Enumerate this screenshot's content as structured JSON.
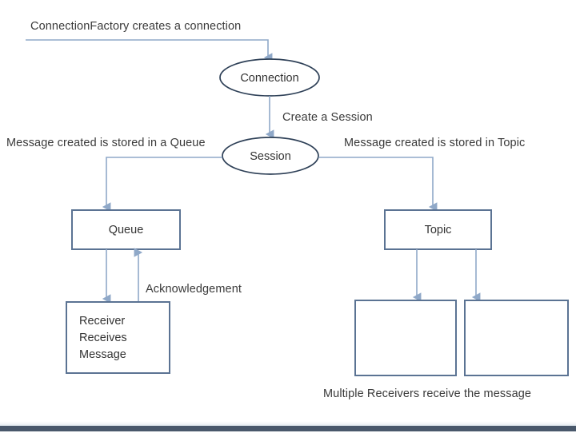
{
  "diagram": {
    "title": "JMS messaging flow diagram",
    "colors": {
      "ellipse_stroke": "#2E4057",
      "box_stroke": "#5B7393",
      "arrow": "#8FA8C8",
      "text": "#3a3a3a",
      "bottom_bar": "#49586b",
      "background": "#ffffff"
    },
    "nodes": [
      {
        "id": "connection",
        "shape": "ellipse",
        "label": "Connection"
      },
      {
        "id": "session",
        "shape": "ellipse",
        "label": "Session"
      },
      {
        "id": "queue",
        "shape": "rect",
        "label": "Queue"
      },
      {
        "id": "topic",
        "shape": "rect",
        "label": "Topic"
      },
      {
        "id": "receiver",
        "shape": "rect",
        "label": "Receiver\nReceives\nMessage"
      },
      {
        "id": "subscriber-left",
        "shape": "rect",
        "label": ""
      },
      {
        "id": "subscriber-right",
        "shape": "rect",
        "label": ""
      }
    ],
    "edge_labels": [
      {
        "id": "factory",
        "text": "ConnectionFactory  creates a connection"
      },
      {
        "id": "create-session",
        "text": "Create a Session"
      },
      {
        "id": "queue-branch",
        "text": "Message created is stored in a Queue"
      },
      {
        "id": "topic-branch",
        "text": "Message created is stored in Topic"
      },
      {
        "id": "acknowledgement",
        "text": "Acknowledgement"
      }
    ],
    "captions": [
      {
        "id": "multiple-receivers",
        "text": "Multiple Receivers receive the  message"
      }
    ]
  }
}
